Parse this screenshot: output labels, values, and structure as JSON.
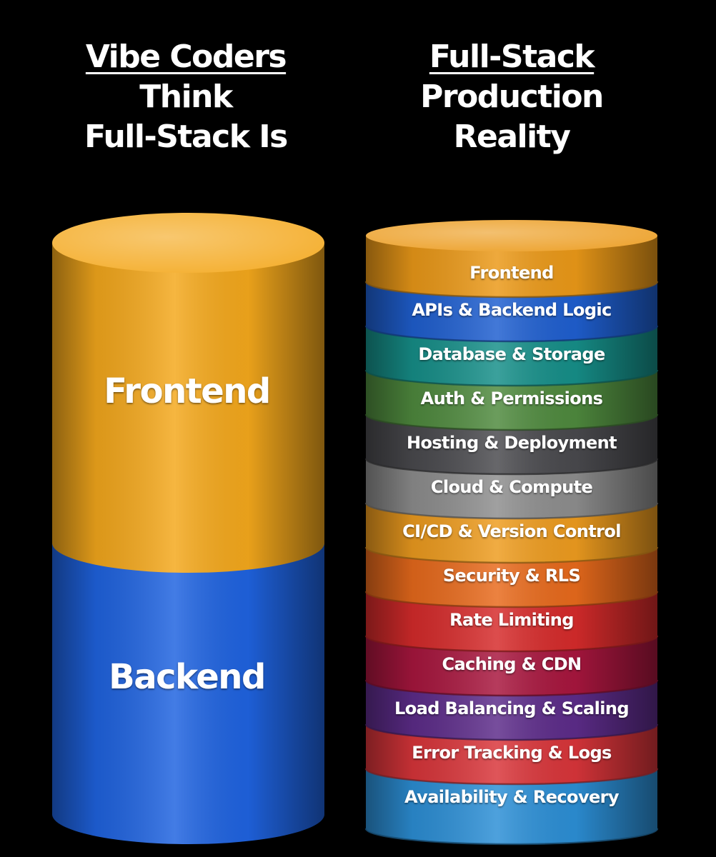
{
  "left_column": {
    "heading": [
      "Vibe Coders",
      "Think",
      "Full-Stack Is"
    ],
    "segments": [
      {
        "label": "Frontend",
        "color": "#f4a81c"
      },
      {
        "label": "Backend",
        "color": "#1f63e0"
      }
    ]
  },
  "right_column": {
    "heading": [
      "Full-Stack",
      "Production",
      "Reality"
    ],
    "layers": [
      {
        "label": "Frontend",
        "color": "#eb9918"
      },
      {
        "label": "APIs & Backend Logic",
        "color": "#1f5fd0"
      },
      {
        "label": "Database & Storage",
        "color": "#168f89"
      },
      {
        "label": "Auth & Permissions",
        "color": "#4f8a3e"
      },
      {
        "label": "Hosting & Deployment",
        "color": "#4a4a4e"
      },
      {
        "label": "Cloud & Compute",
        "color": "#8e8e8e"
      },
      {
        "label": "CI/CD & Version Control",
        "color": "#ee9c1f"
      },
      {
        "label": "Security & RLS",
        "color": "#e86a1c"
      },
      {
        "label": "Rate Limiting",
        "color": "#d62b2b"
      },
      {
        "label": "Caching & CDN",
        "color": "#a8163e"
      },
      {
        "label": "Load Balancing & Scaling",
        "color": "#5d2c8a"
      },
      {
        "label": "Error Tracking & Logs",
        "color": "#d9353a"
      },
      {
        "label": "Availability & Recovery",
        "color": "#2c8fd6"
      }
    ]
  }
}
